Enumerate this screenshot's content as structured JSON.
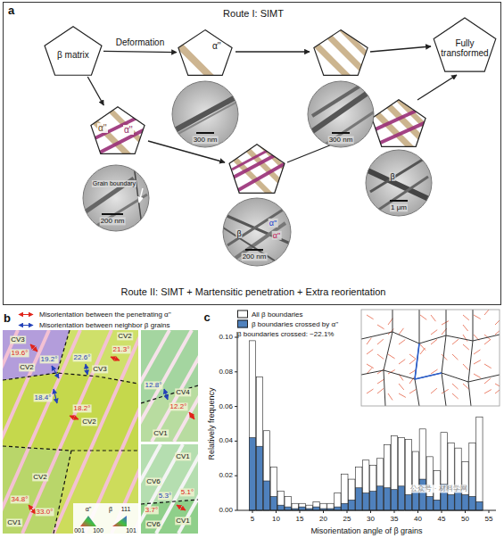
{
  "diagram": {
    "nodes": [
      {
        "text": [
          "a",
          "Route I: SIMT",
          "Route II: SIMT + Martensitic penetration + Extra reorientation"
        ]
      },
      {
        "text": [
          "β matrix"
        ],
        "in": 0
      },
      {
        "text": [
          "α''"
        ],
        "in": 0
      },
      {
        "text": [
          "Fully transformed"
        ],
        "in": 0
      },
      {
        "text": [
          "α''",
          "α''"
        ],
        "in": 0
      }
    ],
    "edges": [
      {
        "from": 1,
        "to": 2,
        "label": "Deformation",
        "arrow": "to"
      },
      {
        "from": 1,
        "to": 4,
        "arrow": "to"
      }
    ],
    "labels": [
      "300 nm",
      "300 nm",
      "Grain boundary",
      "200 nm",
      "α''",
      "β",
      "α''",
      "200 nm",
      "β",
      "1 μm",
      "b",
      "CV3",
      "19.6°",
      "CV2",
      "19.2°",
      "22.6°",
      "CV3",
      "21.3°",
      "CV2",
      "18.4°",
      "18.2°",
      "CV2",
      "CV2",
      "34.8°",
      "33.0°",
      "CV1",
      "12.8°",
      "CV4",
      "12.2°",
      "CV1",
      "CV1",
      "CV6",
      "5.3°",
      "5.1°",
      "3.7°",
      "CV6",
      "CV1",
      "α''",
      "001",
      "100",
      "β",
      "111",
      "101",
      "c",
      "0.00",
      "0.02",
      "0.04",
      "0.06",
      "0.08",
      "0.10",
      "5",
      "10",
      "15",
      "20",
      "25",
      "30",
      "35",
      "40",
      "45",
      "50",
      "55",
      "Relatively frequency",
      "Misorientation angle of β grains",
      "β boundaries crossed: ~22.1%",
      "公众号 · 材料学网"
    ],
    "legend": [
      {
        "text": "Misorientation between the penetrating α''"
      },
      {
        "text": "Misorientation between neighbor β grains"
      },
      {
        "text": "All β boundaries",
        "color": "#ffffff"
      },
      {
        "text": "β boundaries crossed by α''",
        "color": "#4f81bd"
      }
    ]
  }
}
